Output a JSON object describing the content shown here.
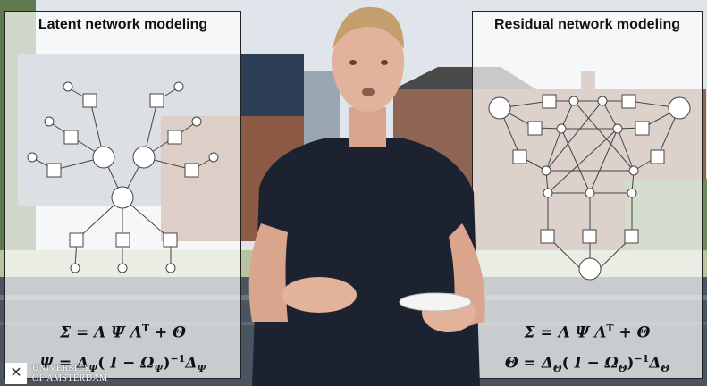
{
  "left_panel": {
    "title": "Latent network modeling",
    "formula1": {
      "lhs": "Σ",
      "eq": " = ",
      "a": "Λ Ψ Λ",
      "sup": "T",
      "b": " + ",
      "c": "Θ"
    },
    "formula2": {
      "lhs": "Ψ",
      "eq": " = ",
      "d1": "Δ",
      "d1sub": "Ψ",
      "open": "( ",
      "i": "I",
      "minus": " − ",
      "om": "Ω",
      "omsub": "Ψ",
      "close": ")",
      "inv": "−1",
      "d2": "Δ",
      "d2sub": "Ψ"
    }
  },
  "right_panel": {
    "title": "Residual network modeling",
    "formula1": {
      "lhs": "Σ",
      "eq": " = ",
      "a": "Λ Ψ Λ",
      "sup": "T",
      "b": " + ",
      "c": "Θ"
    },
    "formula2": {
      "lhs": "Θ",
      "eq": " = ",
      "d1": "Δ",
      "d1sub": "Θ",
      "open": "( ",
      "i": "I",
      "minus": " − ",
      "om": "Ω",
      "omsub": "Θ",
      "close": ")",
      "inv": "−1",
      "d2": "Δ",
      "d2sub": "Θ"
    }
  },
  "logo": {
    "line1": "UNIVERSITY",
    "line2": "OF AMSTERDAM"
  },
  "colors": {
    "panel_bg": "#ffffffb3",
    "shirt": "#1c2230",
    "water": "#3e4750"
  }
}
